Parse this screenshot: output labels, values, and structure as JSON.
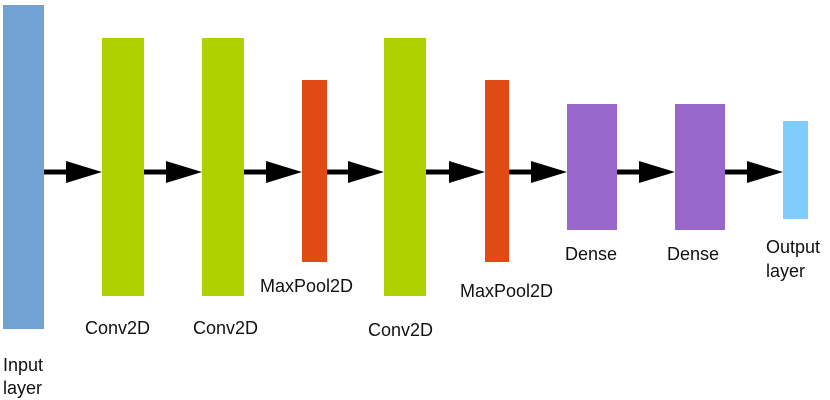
{
  "layers": [
    {
      "kind": "input",
      "label_lines": [
        "Input",
        "layer"
      ],
      "color": "#72a2d4"
    },
    {
      "kind": "conv",
      "label_lines": [
        "Conv2D"
      ],
      "color": "#b0d100"
    },
    {
      "kind": "conv",
      "label_lines": [
        "Conv2D"
      ],
      "color": "#b0d100"
    },
    {
      "kind": "pool",
      "label_lines": [
        "MaxPool2D"
      ],
      "color": "#e04a15"
    },
    {
      "kind": "conv",
      "label_lines": [
        "Conv2D"
      ],
      "color": "#b0d100"
    },
    {
      "kind": "pool",
      "label_lines": [
        "MaxPool2D"
      ],
      "color": "#e04a15"
    },
    {
      "kind": "dense",
      "label_lines": [
        "Dense"
      ],
      "color": "#9966cc"
    },
    {
      "kind": "dense",
      "label_lines": [
        "Dense"
      ],
      "color": "#9966cc"
    },
    {
      "kind": "output",
      "label_lines": [
        "Output",
        "layer"
      ],
      "color": "#80ccff"
    }
  ],
  "connections": [
    {
      "from": 0,
      "to": 1
    },
    {
      "from": 1,
      "to": 2
    },
    {
      "from": 2,
      "to": 3
    },
    {
      "from": 3,
      "to": 4
    },
    {
      "from": 4,
      "to": 5
    },
    {
      "from": 5,
      "to": 6
    },
    {
      "from": 6,
      "to": 7
    },
    {
      "from": 7,
      "to": 8
    }
  ],
  "arrow_color": "#000000"
}
